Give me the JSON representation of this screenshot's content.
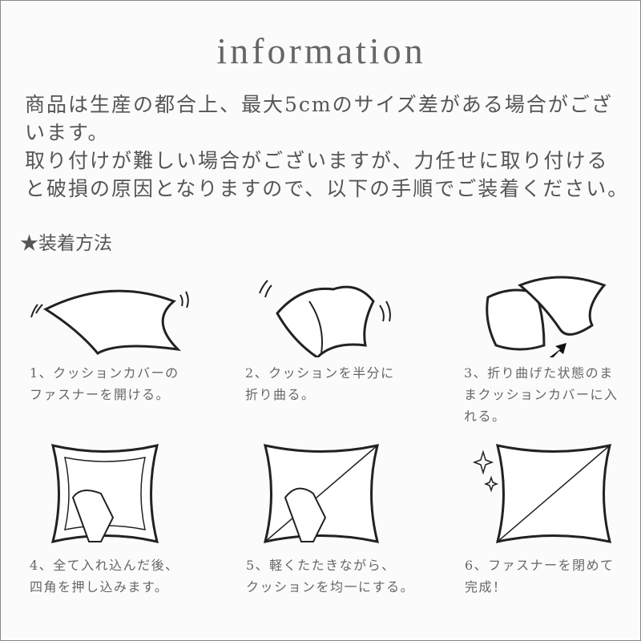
{
  "title": "information",
  "intro": [
    "商品は生産の都合上、最大5cmのサイズ差がある場合がござ",
    "います。",
    "取り付けが難しい場合がございますが、力任せに取り付ける",
    "と破損の原因となりますので、以下の手順でご装着ください。"
  ],
  "method_heading": "★装着方法",
  "steps": [
    {
      "line1": "1、クッションカバーの",
      "line2": "ファスナーを開ける。",
      "line3": ""
    },
    {
      "line1": "2、クッションを半分に",
      "line2": "折り曲る。",
      "line3": ""
    },
    {
      "line1": "3、折り曲げた状態のま",
      "line2": "まクッションカバーに入",
      "line3": "れる。"
    },
    {
      "line1": "4、全て入れ込んだ後、",
      "line2": "四角を押し込みます。",
      "line3": ""
    },
    {
      "line1": "5、軽くたたきながら、",
      "line2": "クッションを均一にする。",
      "line3": ""
    },
    {
      "line1": "6、ファスナーを閉めて",
      "line2": "完成！",
      "line3": ""
    }
  ]
}
